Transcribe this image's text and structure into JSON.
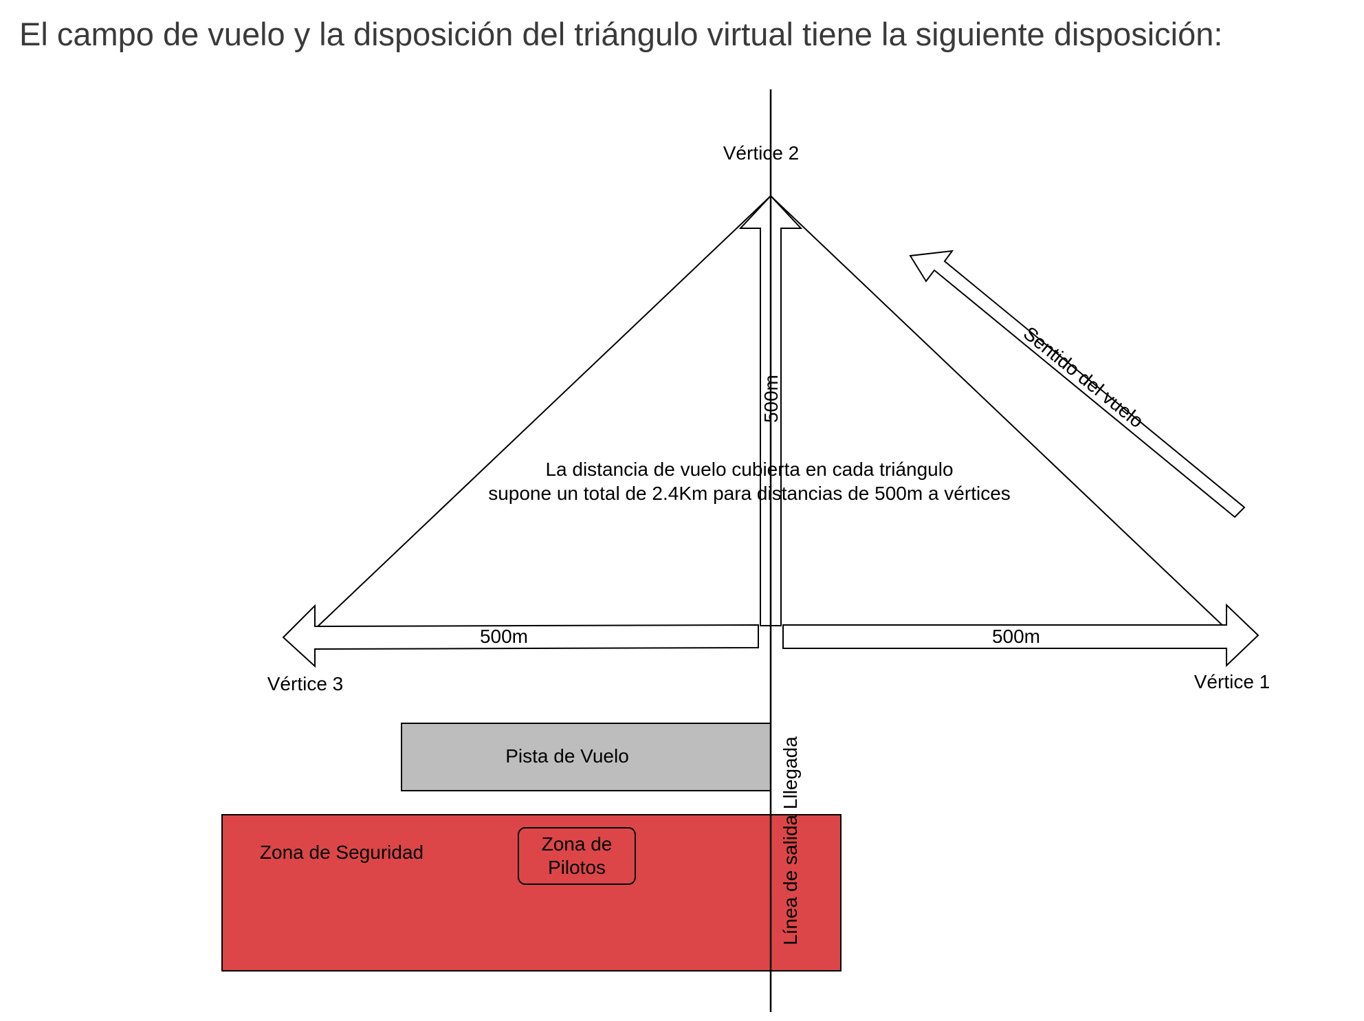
{
  "heading": "El campo de vuelo y la disposición del triángulo virtual tiene la siguiente disposición:",
  "labels": {
    "vertex_2": "Vértice 2",
    "vertex_1": "Vértice 1",
    "vertex_3": "Vértice 3",
    "vertical_distance": "500m",
    "left_distance": "500m",
    "right_distance": "500m",
    "flight_direction": "Sentido del vuelo",
    "note_line_1": "La distancia de vuelo cubierta en cada triángulo",
    "note_line_2": "supone un total de 2.4Km para distancias de 500m a vértices",
    "runway": "Pista de Vuelo",
    "safety_zone": "Zona de Seguridad",
    "pilots_zone_line_1": "Zona de",
    "pilots_zone_line_2": "Pilotos",
    "start_finish_line": "Línea de salida Lllegada"
  },
  "colors": {
    "heading_text": "#3a3a3a",
    "stroke": "#000000",
    "runway_fill": "#bdbdbd",
    "safety_zone_fill": "#dc4648"
  }
}
